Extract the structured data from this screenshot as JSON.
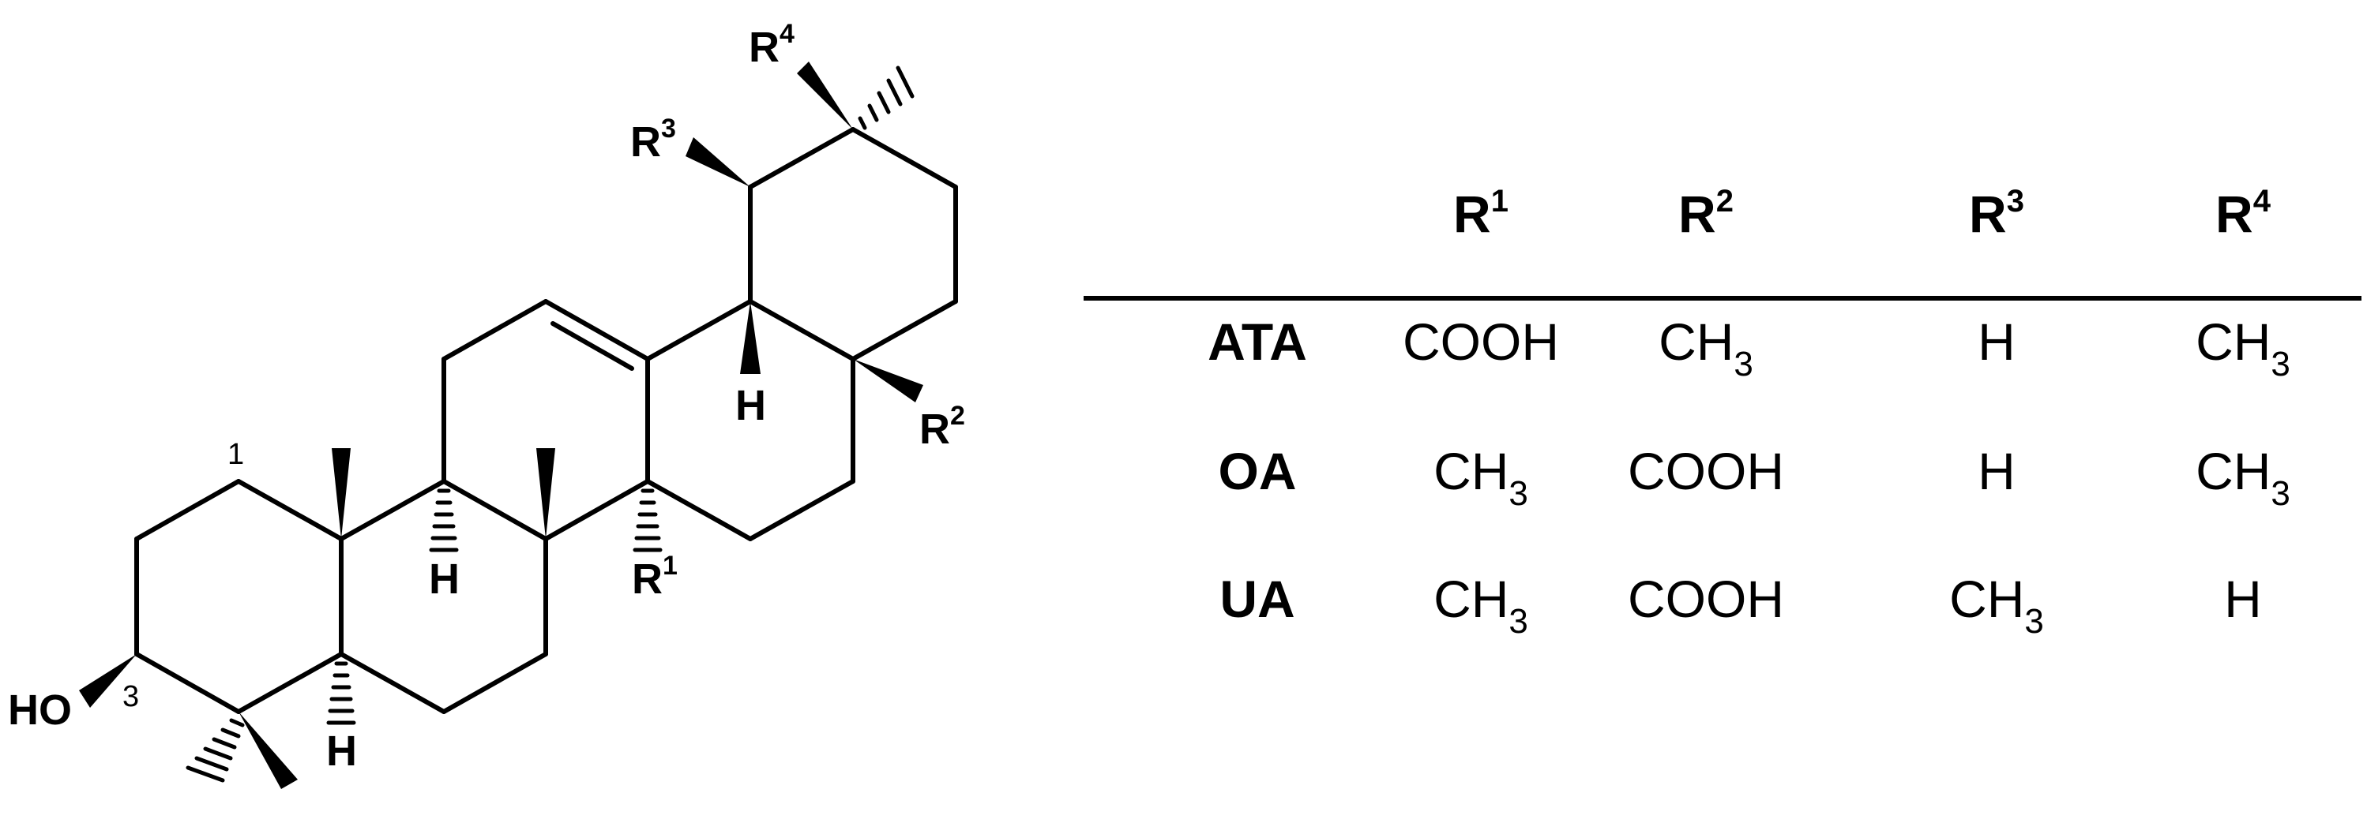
{
  "structure": {
    "labels": {
      "ho": "HO",
      "h": "H",
      "r": "R",
      "locant1": "1",
      "locant3": "3"
    },
    "r_numbers": [
      "1",
      "2",
      "3",
      "4"
    ]
  },
  "table": {
    "headers": [
      {
        "base": "R",
        "sup": "1"
      },
      {
        "base": "R",
        "sup": "2"
      },
      {
        "base": "R",
        "sup": "3"
      },
      {
        "base": "R",
        "sup": "4"
      }
    ],
    "rows": [
      {
        "name": "ATA",
        "cells": [
          {
            "main": "COOH",
            "sub": ""
          },
          {
            "main": "CH",
            "sub": "3"
          },
          {
            "main": "H",
            "sub": ""
          },
          {
            "main": "CH",
            "sub": "3"
          }
        ]
      },
      {
        "name": "OA",
        "cells": [
          {
            "main": "CH",
            "sub": "3"
          },
          {
            "main": "COOH",
            "sub": ""
          },
          {
            "main": "H",
            "sub": ""
          },
          {
            "main": "CH",
            "sub": "3"
          }
        ]
      },
      {
        "name": "UA",
        "cells": [
          {
            "main": "CH",
            "sub": "3"
          },
          {
            "main": "COOH",
            "sub": ""
          },
          {
            "main": "CH",
            "sub": "3"
          },
          {
            "main": "H",
            "sub": ""
          }
        ]
      }
    ]
  }
}
